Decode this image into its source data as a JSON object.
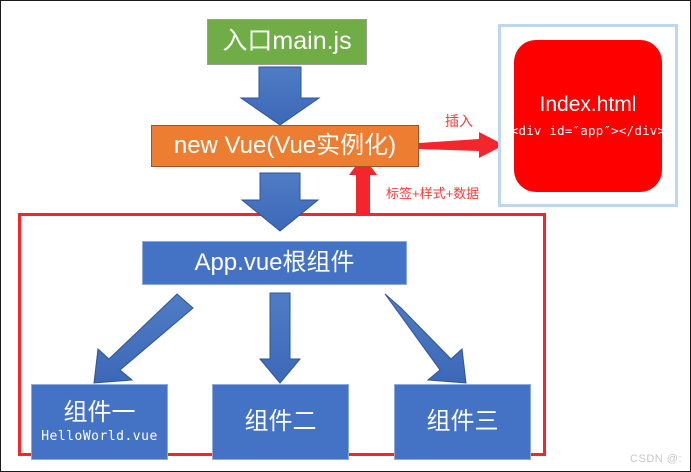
{
  "diagram": {
    "title_flow": "Vue application bootstrap flow",
    "nodes": {
      "entry": {
        "label": "入口main.js",
        "color": "#70ad47"
      },
      "new_vue": {
        "label": "new Vue(Vue实例化)",
        "color": "#ed7d31"
      },
      "app_root": {
        "label": "App.vue根组件",
        "color": "#4472c4"
      },
      "comp1": {
        "label": "组件一",
        "sub": "HelloWorld.vue",
        "color": "#4472c4"
      },
      "comp2": {
        "label": "组件二",
        "sub": "",
        "color": "#4472c4"
      },
      "comp3": {
        "label": "组件三",
        "sub": "",
        "color": "#4472c4"
      }
    },
    "index_panel": {
      "title": "Index.html",
      "code": "<div id=″app″></div>",
      "card_color": "#fe0000",
      "border_color": "#bdd7ee"
    },
    "labels": {
      "insert": "插入",
      "tags_styles_data": "标签+样式+数据"
    },
    "group_rect": {
      "color": "#f4252d"
    },
    "arrow_colors": {
      "blue": "#4472c4",
      "red": "#f4252d"
    },
    "watermark": "CSDN @:"
  }
}
